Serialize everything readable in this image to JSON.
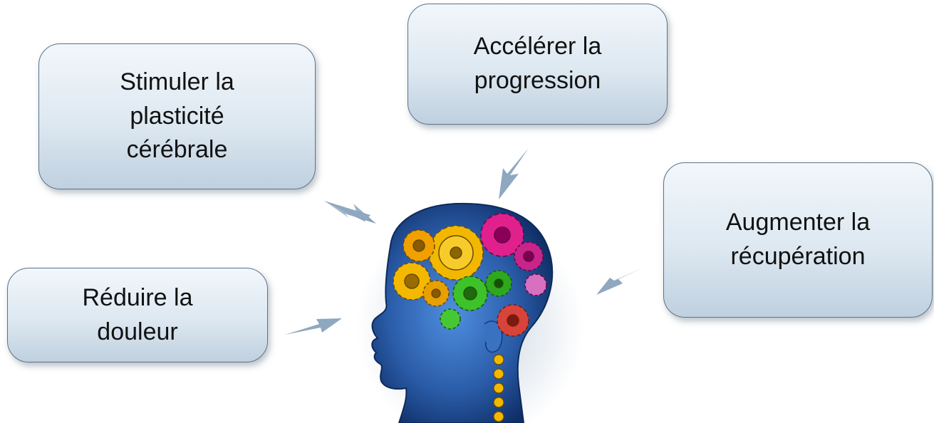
{
  "boxes": {
    "stimuler": "Stimuler la\nplasticité\ncérébrale",
    "accelerer": "Accélérer la\nprogression",
    "augmenter": "Augmenter la\nrécupération",
    "reduire": "Réduire la\ndouleur"
  },
  "colors": {
    "arrow": "#8fa8c0",
    "box_border": "#5b7389",
    "head": "#2f5fa8"
  },
  "image": "head-with-gears"
}
